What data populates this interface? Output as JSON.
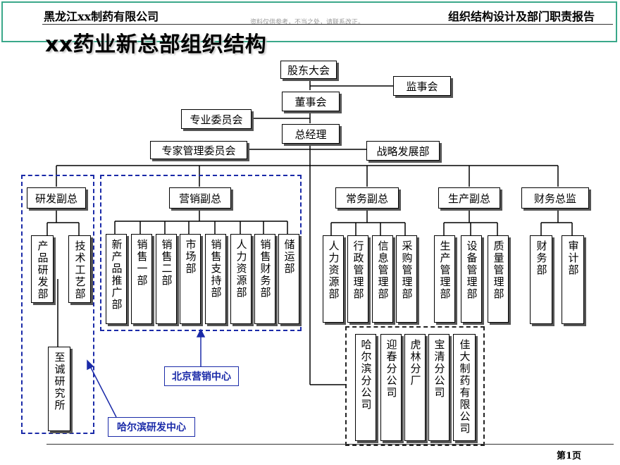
{
  "header": {
    "company": "黑龙江xx制药有限公司",
    "report": "组织结构设计及部门职责报告",
    "note": "资料仅供参考，不当之处，请联系改正。"
  },
  "title": "xx药业新总部组织结构",
  "nodes": {
    "shareholders": "股东大会",
    "supervisors": "监事会",
    "board": "董事会",
    "committee": "专业委员会",
    "gm": "总经理",
    "expert_committee": "专家管理委员会",
    "strategy": "战略发展部",
    "rd_vp": "研发副总",
    "marketing_vp": "营销副总",
    "ops_vp": "常务副总",
    "production_vp": "生产副总",
    "cfo": "财务总监"
  },
  "rd_depts": [
    "产品研发部",
    "技术工艺部"
  ],
  "rd_institute": "至诚研究所",
  "marketing_depts": [
    "新产品推广部",
    "销售一部",
    "销售二部",
    "市场部",
    "销售支持部",
    "人力资源部",
    "销售财务部",
    "储运部"
  ],
  "ops_depts": [
    "人力资源部",
    "行政管理部",
    "信息管理部",
    "采购管理部"
  ],
  "production_depts": [
    "生产管理部",
    "设备管理部",
    "质量管理部"
  ],
  "finance_depts": [
    "财务部",
    "审计部"
  ],
  "subsidiaries": [
    "哈尔滨分公司",
    "迎春分公司",
    "虎林分厂",
    "宝清分公司",
    "佳大制药有限公司"
  ],
  "callouts": {
    "beijing": "北京营销中心",
    "harbin": "哈尔滨研发中心"
  },
  "footer": {
    "page": "第1页"
  }
}
